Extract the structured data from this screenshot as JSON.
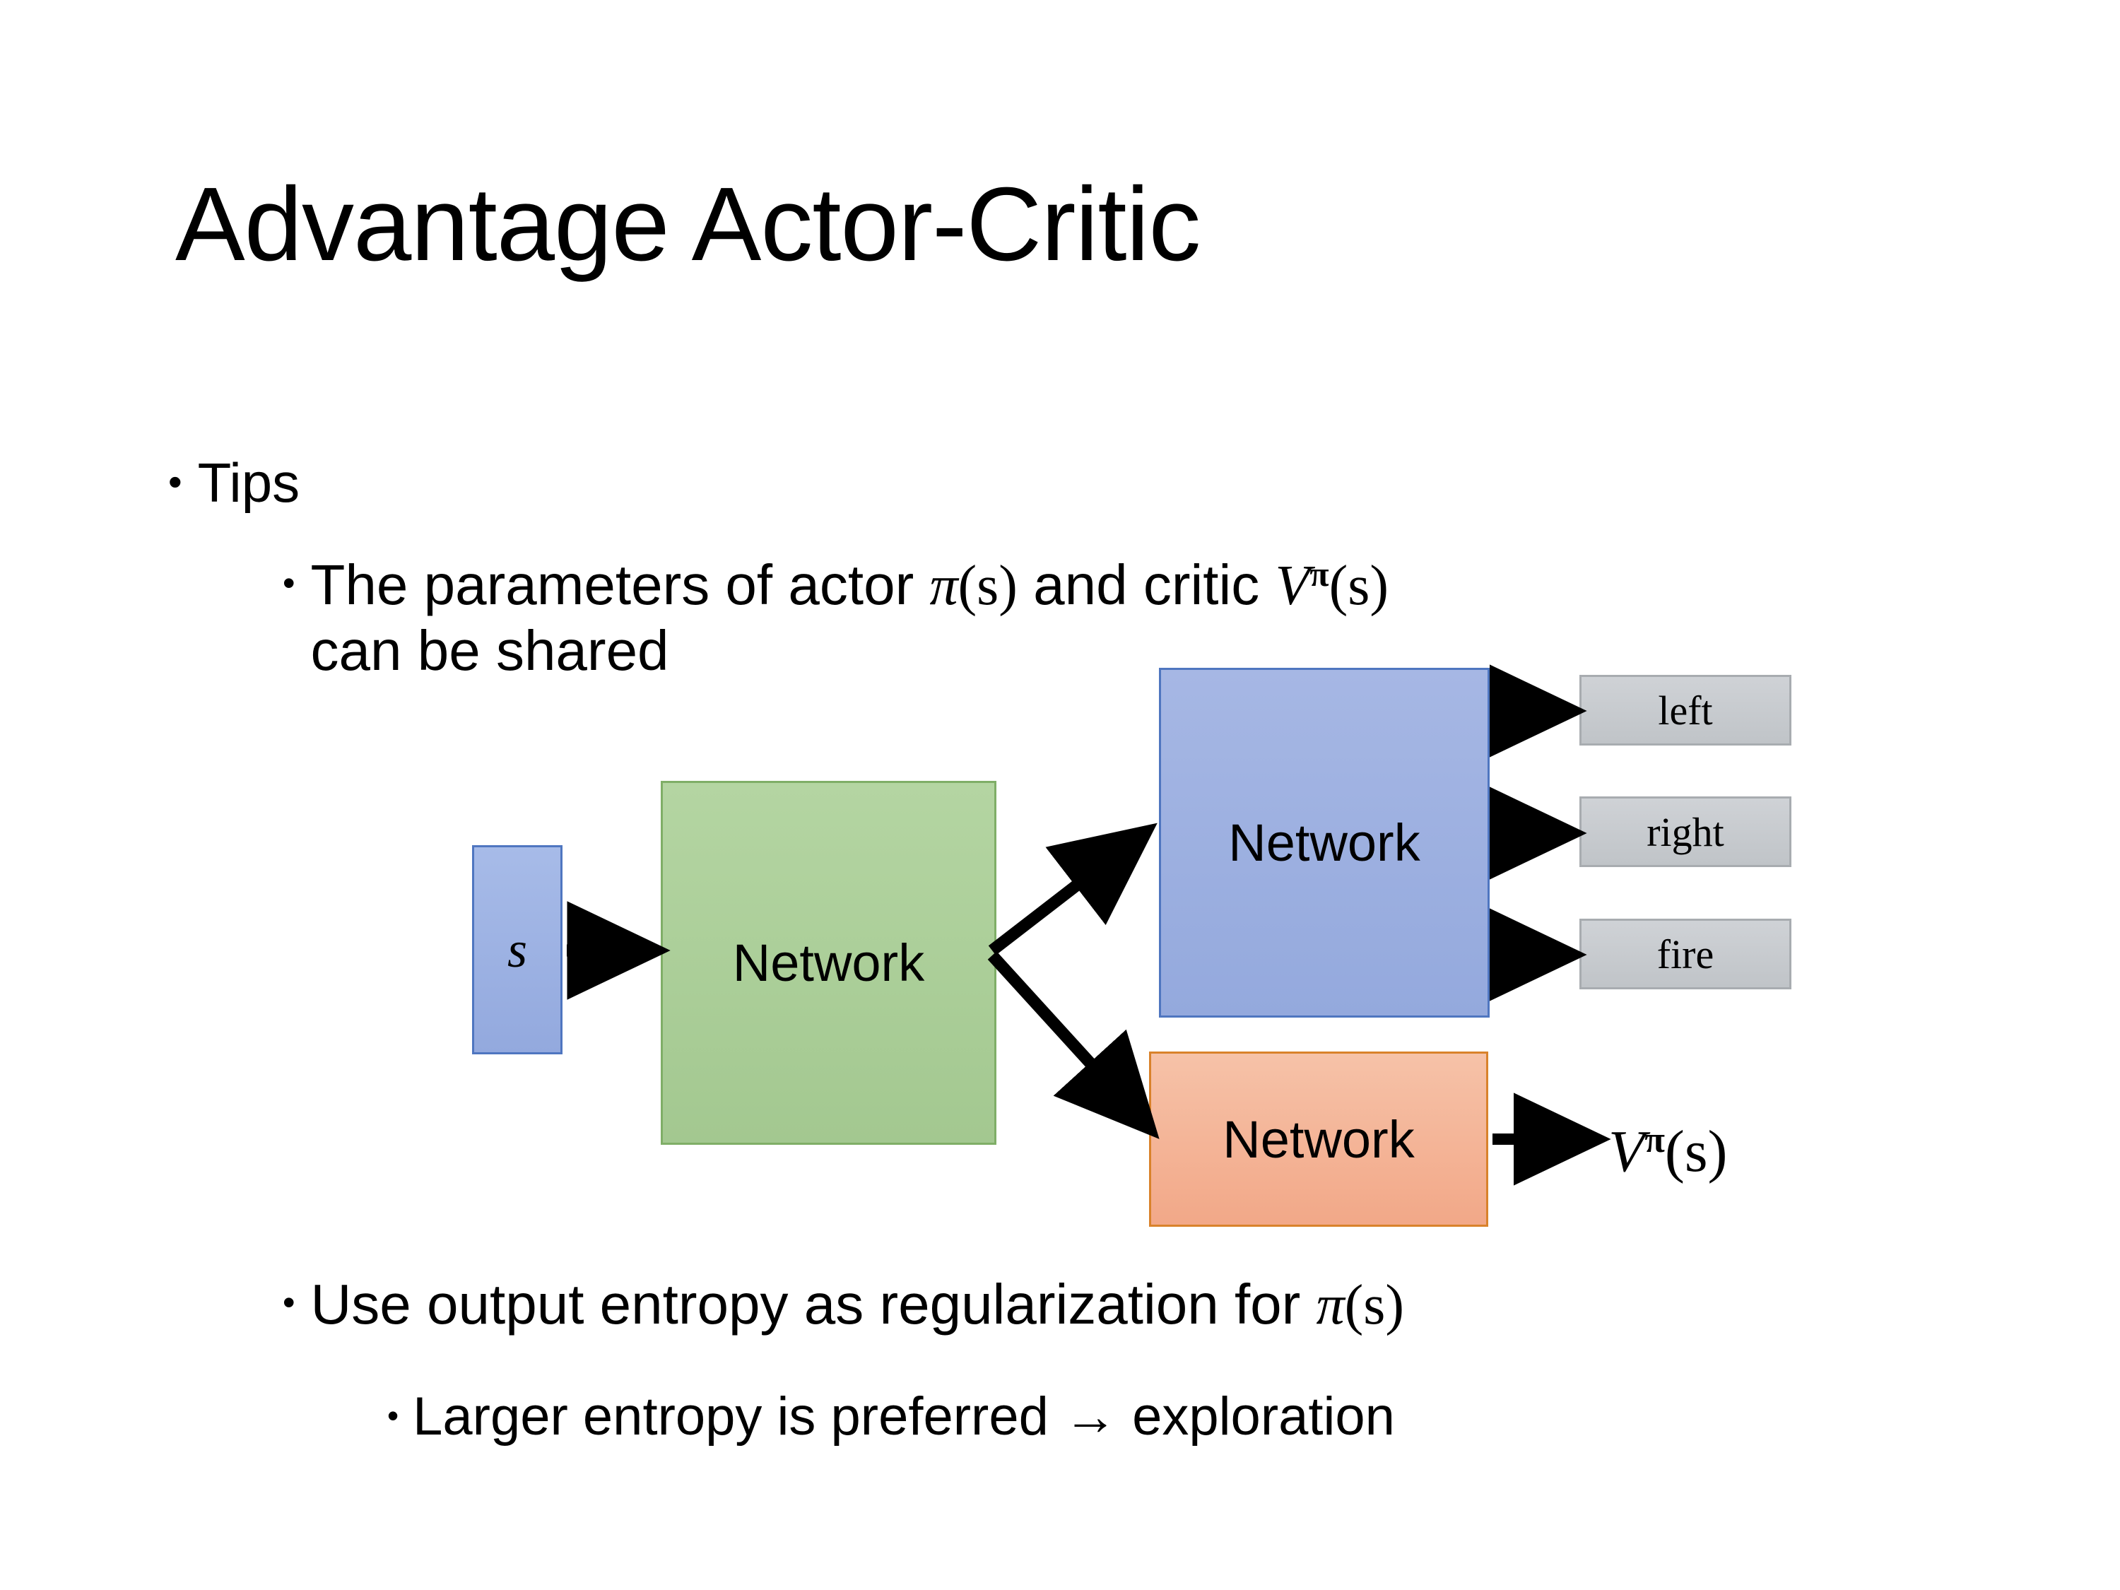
{
  "slide": {
    "title": "Advantage Actor-Critic",
    "background_color": "#ffffff",
    "text_color": "#000000"
  },
  "bullets": {
    "marker": "•",
    "level1": {
      "tips": "Tips"
    },
    "level2": {
      "shared_prefix": "The parameters of actor ",
      "shared_pi": "π",
      "shared_pi_arg": "(s)",
      "shared_middle": "  and critic ",
      "shared_v": "V",
      "shared_v_sup": "π",
      "shared_v_arg": "(s)",
      "shared_line2": "can be shared",
      "entropy_prefix": "Use output entropy as regularization for ",
      "entropy_pi": "π",
      "entropy_pi_arg": "(s)"
    },
    "level3": {
      "larger": "Larger entropy is preferred → exploration"
    }
  },
  "diagram": {
    "input_box": {
      "label": "s",
      "fill": "#9db0e0",
      "border": "#4f76c0"
    },
    "shared_network": {
      "label": "Network",
      "fill": "#add09a",
      "border": "#7fae67"
    },
    "actor_network": {
      "label": "Network",
      "fill": "#9db0e0",
      "border": "#4f76c0"
    },
    "critic_network": {
      "label": "Network",
      "fill": "#f4b595",
      "border": "#d9822b"
    },
    "actions": [
      {
        "label": "left",
        "fill": "#c8cbd0",
        "border": "#a8acb0"
      },
      {
        "label": "right",
        "fill": "#c8cbd0",
        "border": "#a8acb0"
      },
      {
        "label": "fire",
        "fill": "#c8cbd0",
        "border": "#a8acb0"
      }
    ],
    "critic_output": {
      "symbol": "V",
      "superscript": "π",
      "argument": "(s)"
    },
    "arrow_color": "#000000"
  }
}
